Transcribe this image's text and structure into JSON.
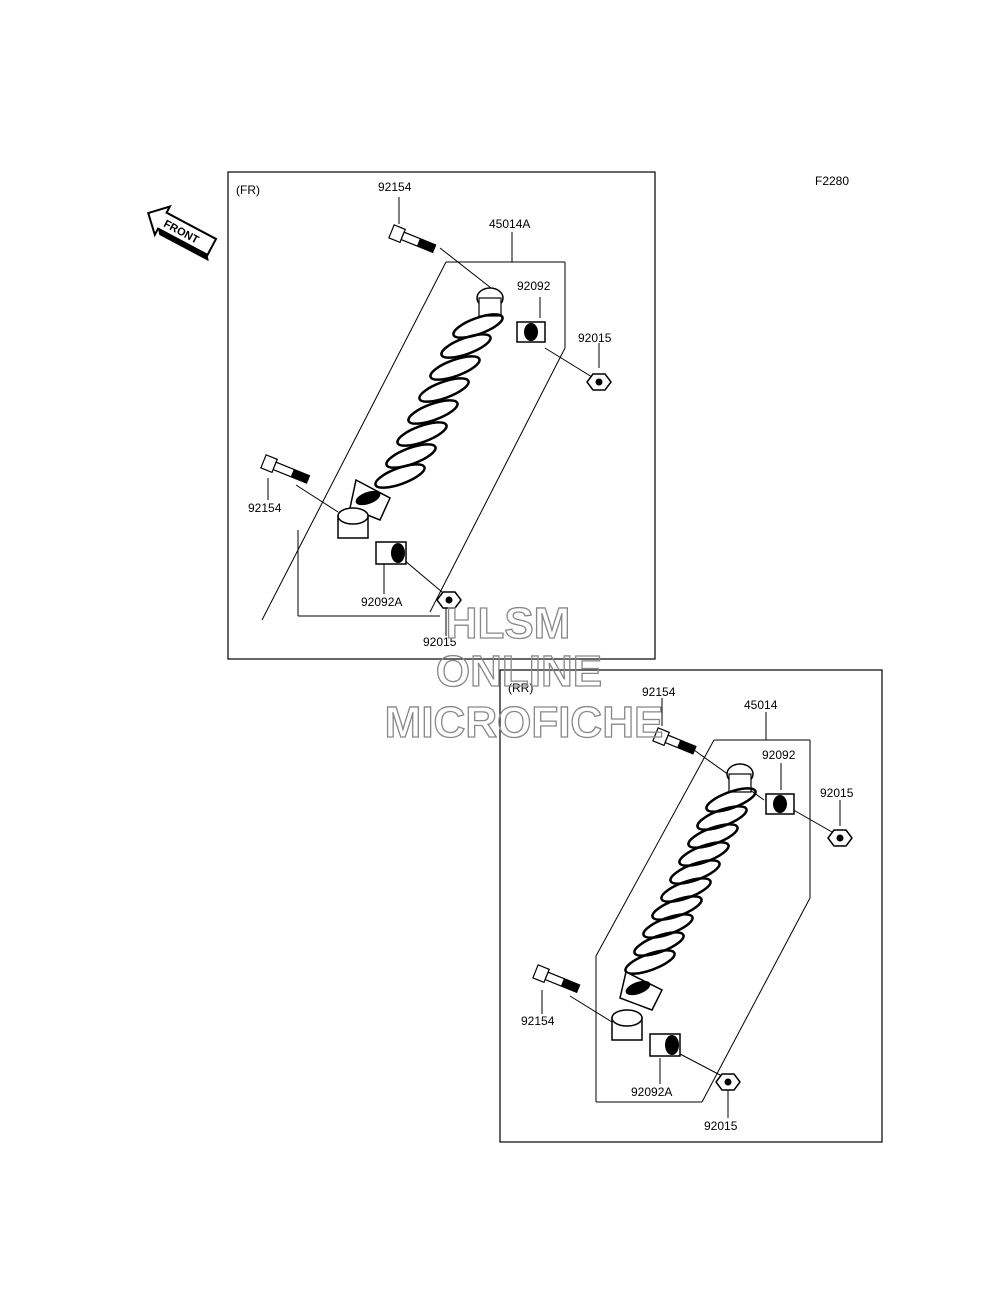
{
  "figure_code": "F2280",
  "front_arrow": "FRONT",
  "watermark": {
    "line1": "HLSM",
    "line2": "ONLINE",
    "line3": "MICROFICHE"
  },
  "front_panel": {
    "section": "(FR)",
    "parts": {
      "bolt_top": "92154",
      "assembly": "45014A",
      "collar_top": "92092",
      "nut_top": "92015",
      "bolt_bottom": "92154",
      "collar_bottom": "92092A",
      "nut_bottom": "92015"
    }
  },
  "rear_panel": {
    "section": "(RR)",
    "parts": {
      "bolt_top": "92154",
      "assembly": "45014",
      "collar_top": "92092",
      "nut_top": "92015",
      "bolt_bottom": "92154",
      "collar_bottom": "92092A",
      "nut_bottom": "92015"
    }
  }
}
